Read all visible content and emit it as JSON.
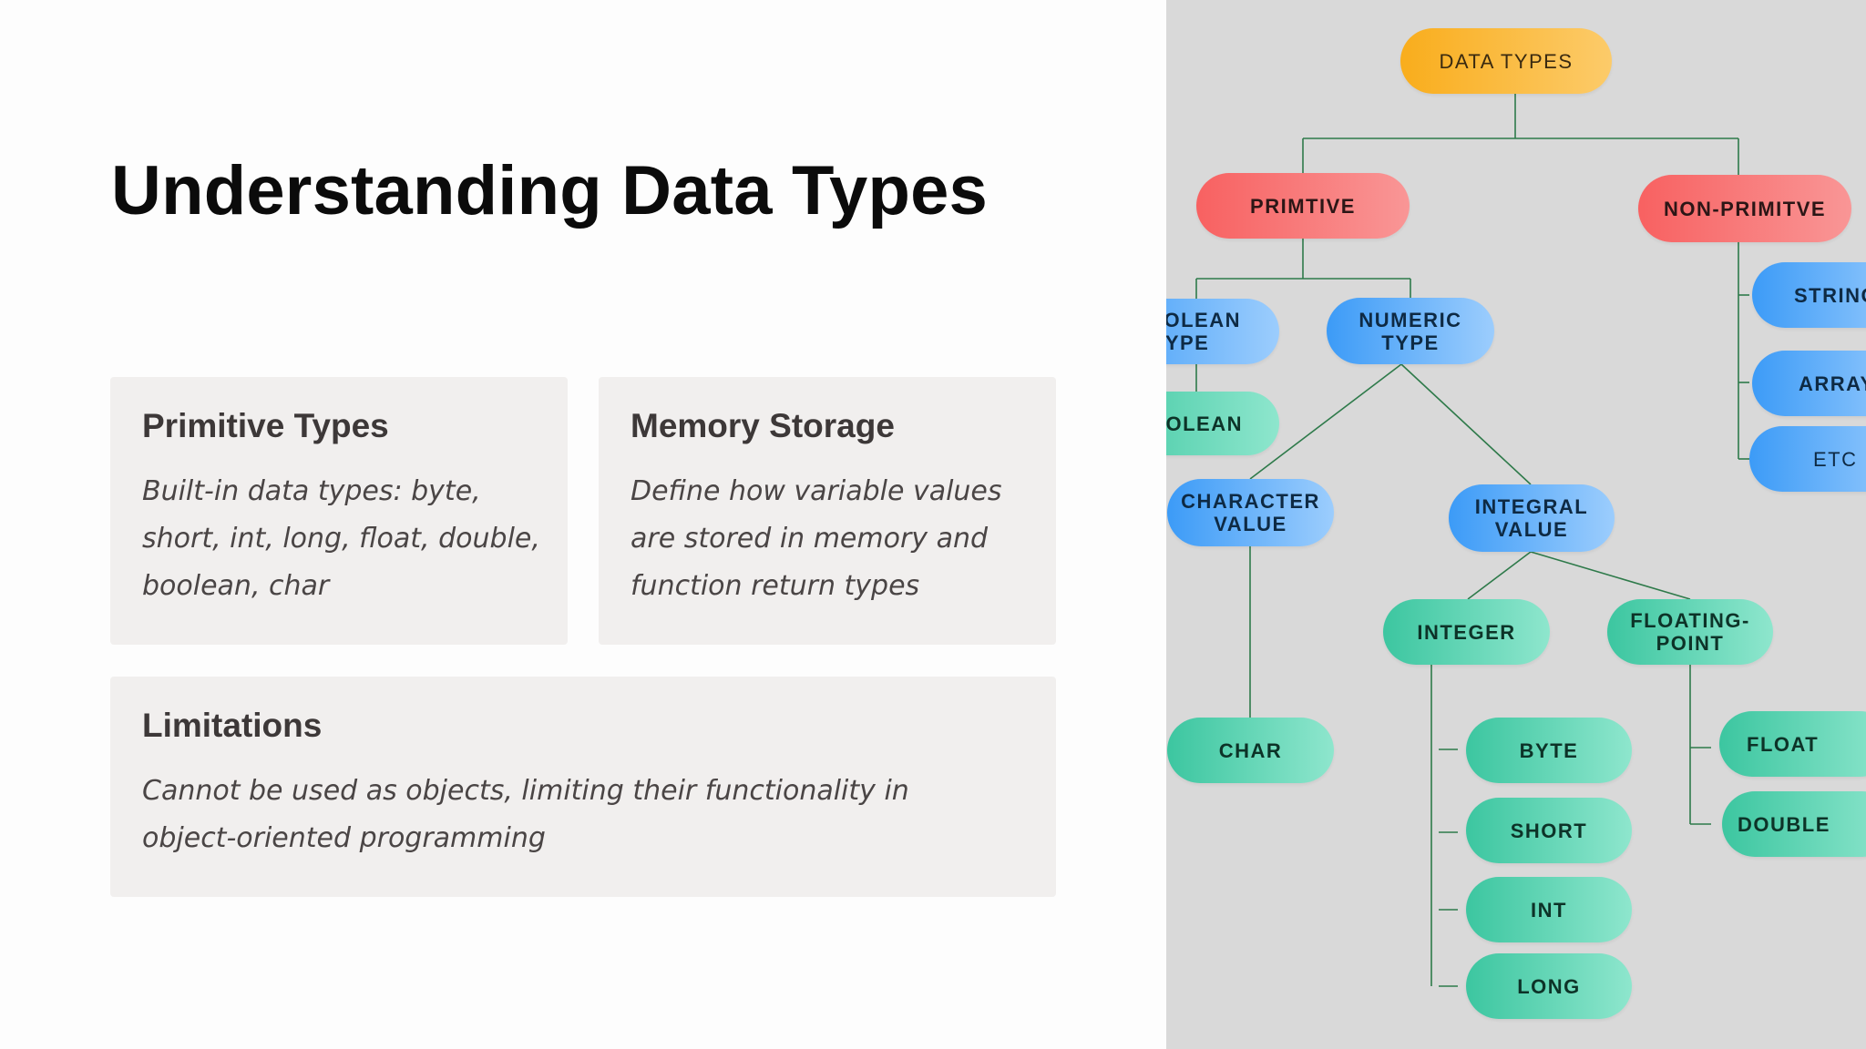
{
  "slide": {
    "title": "Understanding Data Types",
    "cards": [
      {
        "heading": "Primitive Types",
        "text": "Built-in data types: byte, short, int, long, float, double, boolean, char"
      },
      {
        "heading": "Memory Storage",
        "text": "Define how variable values are stored in memory and function return types"
      },
      {
        "heading": "Limitations",
        "text": "Cannot be used as objects, limiting their functionality in object-oriented programming"
      }
    ]
  },
  "diagram": {
    "root": "DATA TYPES",
    "primitive": "PRIMTIVE",
    "non_primitive": "NON-PRIMITVE",
    "boolean_type_l1": "OOLEAN",
    "boolean_type_l2": "TYPE",
    "boolean": "OOLEAN",
    "numeric_type_l1": "NUMERIC",
    "numeric_type_l2": "TYPE",
    "character_value_l1": "CHARACTER",
    "character_value_l2": "VALUE",
    "integral_value_l1": "INTEGRAL",
    "integral_value_l2": "VALUE",
    "integer": "INTEGER",
    "floating_point_l1": "FLOATING-",
    "floating_point_l2": "POINT",
    "char": "CHAR",
    "byte": "BYTE",
    "short": "SHORT",
    "int": "INT",
    "long": "LONG",
    "float": "FLOAT",
    "double": "DOUBLE",
    "string": "STRING",
    "array": "ARRAY",
    "etc": "ETC"
  },
  "colors": {
    "orange": "#f9ad1c",
    "red": "#f86161",
    "blue": "#3c9bf7",
    "green": "#3cc6a0",
    "connector": "#2e7a4a",
    "diagram_bg": "#d9d9d9",
    "card_bg": "#f1efee"
  }
}
